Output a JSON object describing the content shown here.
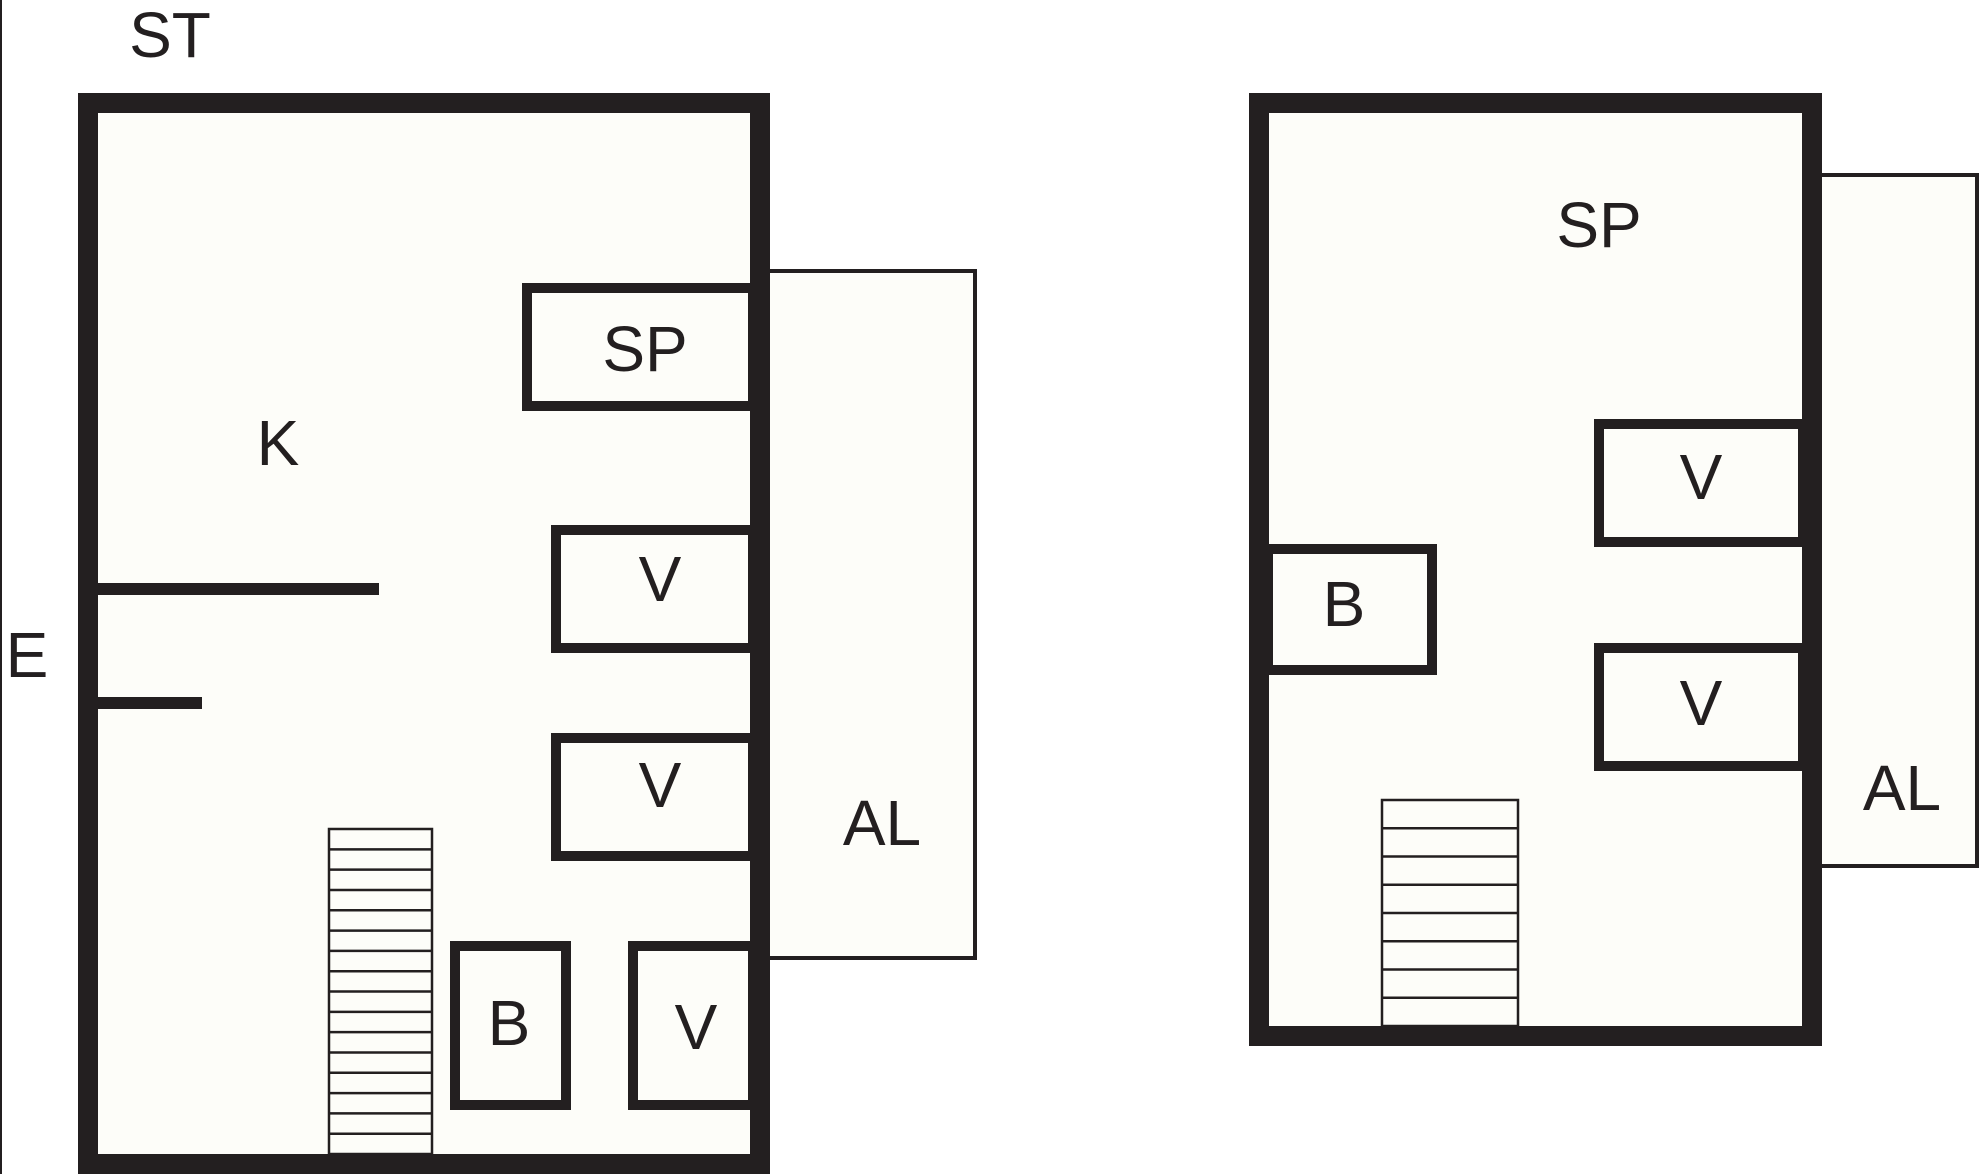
{
  "colors": {
    "wall": "#231f20",
    "floor": "#fdfdf9",
    "background": "#ffffff"
  },
  "ground_floor": {
    "floor_label": "ST",
    "entrance_label": "E",
    "rooms": {
      "kitchen": "K",
      "pantry": "SP",
      "stall_1": "V",
      "stall_2": "V",
      "stall_3": "V",
      "box": "B",
      "annex": "AL"
    }
  },
  "upper_floor": {
    "rooms": {
      "pantry": "SP",
      "stall_1": "V",
      "stall_2": "V",
      "box": "B",
      "annex": "AL"
    }
  }
}
